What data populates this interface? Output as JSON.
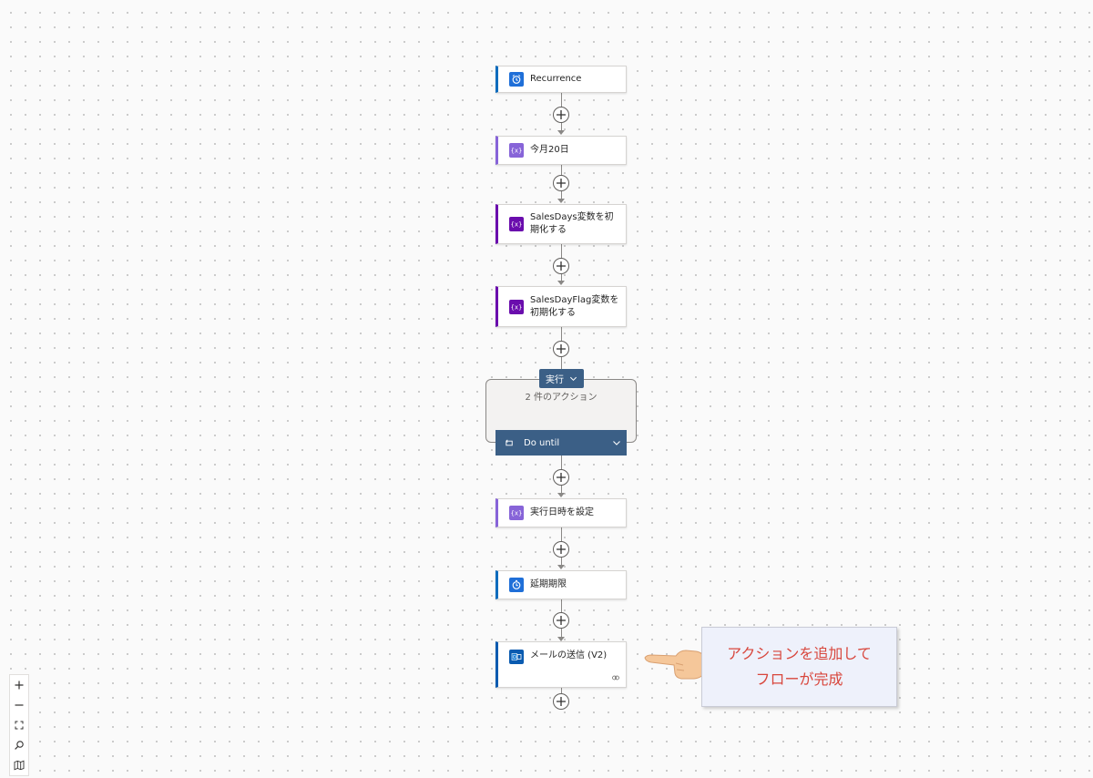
{
  "flow": {
    "steps": [
      {
        "label": "Recurrence",
        "icon": "alarm-clock-icon",
        "color": "#1f6fd8"
      },
      {
        "label": "今月20日",
        "icon": "variable-icon",
        "color": "#8764d8"
      },
      {
        "label": "SalesDays変数を初期化する",
        "icon": "variable-icon",
        "color": "#6a0dad"
      },
      {
        "label": "SalesDayFlag変数を初期化する",
        "icon": "variable-icon",
        "color": "#6a0dad"
      }
    ],
    "scope": {
      "tag_label": "実行",
      "action_count": "2 件のアクション",
      "do_until_label": "Do until",
      "color": "#3b5f86"
    },
    "after_steps": [
      {
        "label": "実行日時を設定",
        "icon": "variable-icon",
        "color": "#8764d8"
      },
      {
        "label": "延期期限",
        "icon": "delay-icon",
        "color": "#1f6fd8"
      },
      {
        "label": "メールの送信 (V2)",
        "icon": "outlook-icon",
        "color": "#0a5bb0"
      }
    ]
  },
  "callout": {
    "text": "アクションを追加して\nフローが完成",
    "text_color": "#d8463c"
  },
  "zoom_controls": [
    "zoom-in-icon",
    "zoom-out-icon",
    "fit-view-icon",
    "search-icon",
    "minimap-icon"
  ]
}
